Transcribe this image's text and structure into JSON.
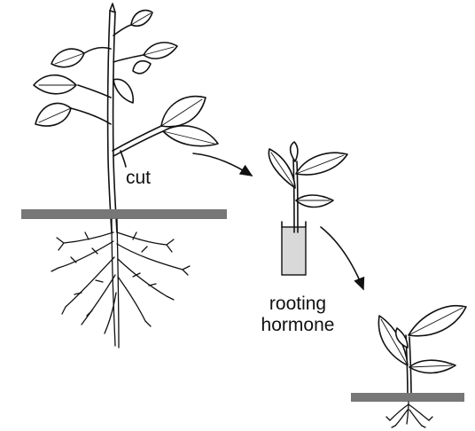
{
  "labels": {
    "cut": "cut",
    "rooting_line1": "rooting",
    "rooting_line2": "hormone"
  },
  "colors": {
    "ink": "#111111",
    "ground": "#777777",
    "hormone_liquid": "#d9d9d9"
  }
}
